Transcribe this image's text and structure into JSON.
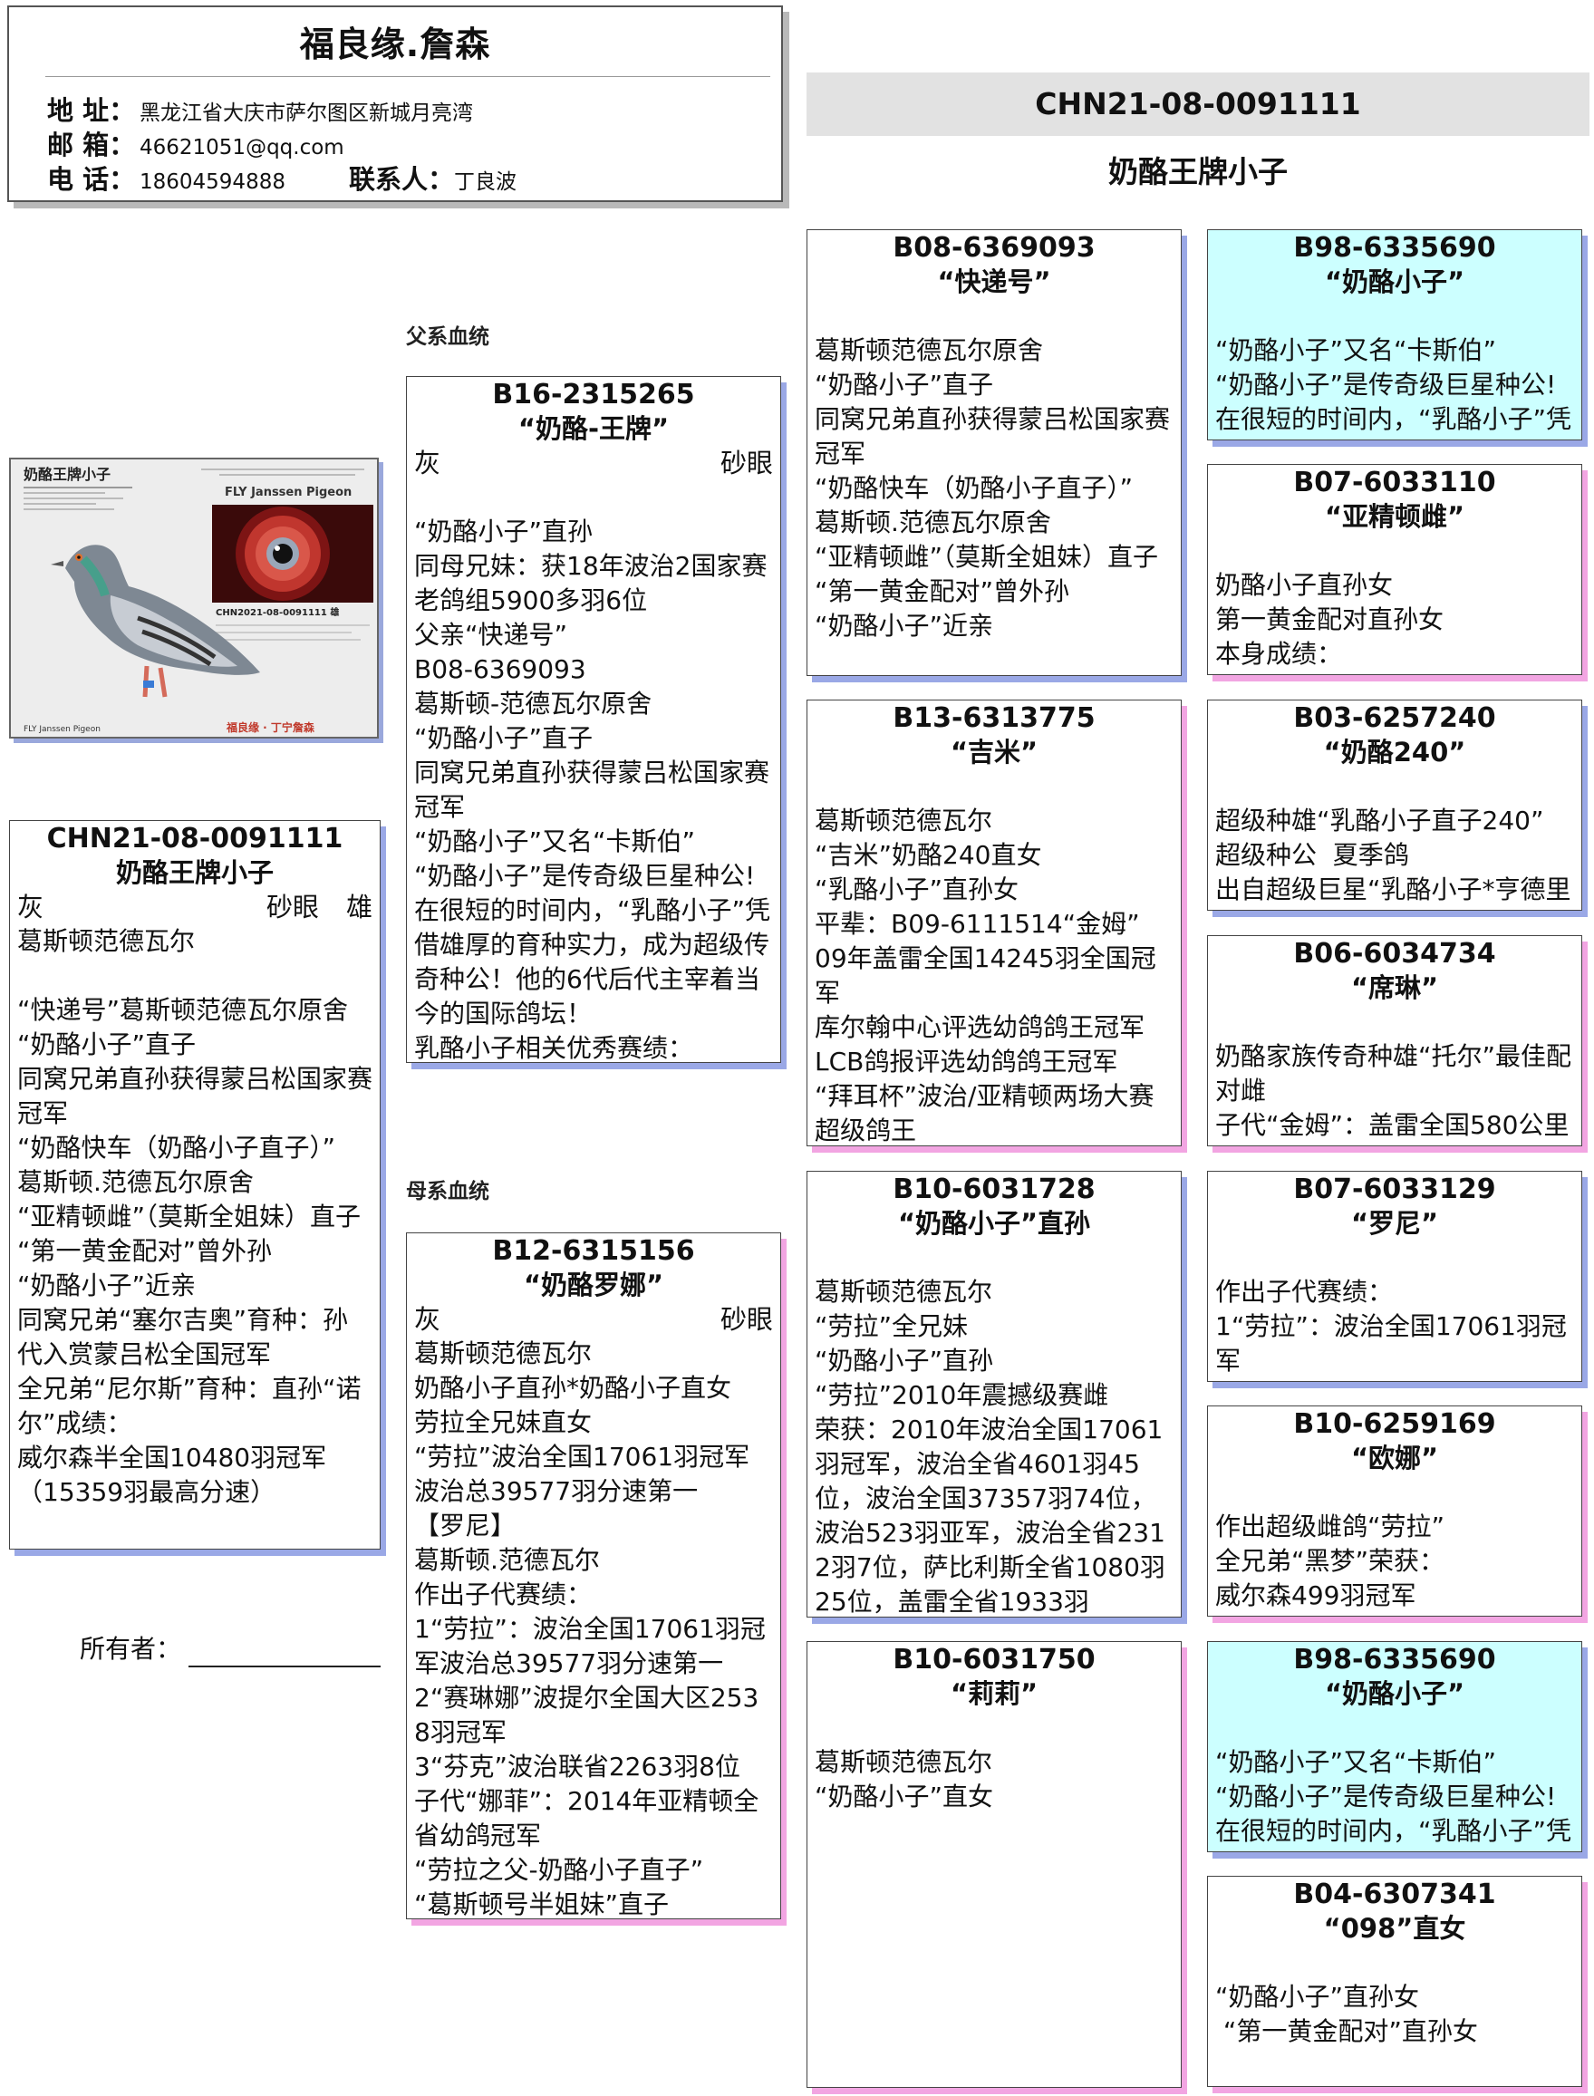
{
  "loft": {
    "name": "福良缘.詹森",
    "address_label": "地  址：",
    "address": "黑龙江省大庆市萨尔图区新城月亮湾",
    "email_label": "邮  箱：",
    "email": "46621051@qq.com",
    "phone_label": "电  话：",
    "phone": "18604594888",
    "contact_label": "联系人：",
    "contact": "丁良波"
  },
  "subject_header": {
    "ring": "CHN21-08-0091111",
    "name": "奶酪王牌小子"
  },
  "photo": {
    "title": "奶酪王牌小子",
    "brand": "FLY Janssen Pigeon",
    "ring": "CHN2021-08-0091111 雄",
    "footer_left": "FLY Janssen Pigeon",
    "footer_right": "福良缘 · 丁宁詹森"
  },
  "labels": {
    "sire_line": "父系血统",
    "dam_line": "母系血统",
    "owner": "所有者："
  },
  "subject": {
    "ring": "CHN21-08-0091111",
    "name": "奶酪王牌小子",
    "color": "灰",
    "eye": "砂眼",
    "sex": "雄",
    "desc": "葛斯顿范德瓦尔\n\n“快递号”葛斯顿范德瓦尔原舍\n“奶酪小子”直子\n同窝兄弟直孙获得蒙吕松国家赛冠军\n“奶酪快车（奶酪小子直子）”\n葛斯顿.范德瓦尔原舍\n“亚精顿雌”（莫斯全姐妹）直子\n“第一黄金配对”曾外孙\n“奶酪小子”近亲\n同窝兄弟“塞尔吉奥”育种：孙代入赏蒙吕松全国冠军\n全兄弟“尼尔斯”育种：直孙“诺尔”成绩：\n威尔森半全国10480羽冠军\n（15359羽最高分速）"
  },
  "sire": {
    "ring": "B16-2315265",
    "name": "“奶酪-王牌”",
    "color": "灰",
    "eye": "砂眼",
    "desc": "“奶酪小子”直孙\n同母兄妹：获18年波治2国家赛老鸽组5900多羽6位\n父亲“快递号”\nB08-6369093\n葛斯顿-范德瓦尔原舍\n“奶酪小子”直子\n同窝兄弟直孙获得蒙吕松国家赛冠军\n“奶酪小子”又名“卡斯伯”\n“奶酪小子”是传奇级巨星种公!\n在很短的时间内，“乳酪小子”凭借雄厚的育种实力，成为超级传奇种公！他的6代后代主宰着当今的国际鸽坛！\n乳酪小子相关优秀赛绩："
  },
  "dam": {
    "ring": "B12-6315156",
    "name": "“奶酪罗娜”",
    "color": "灰",
    "eye": "砂眼",
    "desc": "葛斯顿范德瓦尔\n奶酪小子直孙*奶酪小子直女\n劳拉全兄妹直女\n“劳拉”波治全国17061羽冠军波治总39577羽分速第一\n【罗尼】\n葛斯顿.范德瓦尔\n作出子代赛绩：\n1“劳拉”：波治全国17061羽冠军波治总39577羽分速第一\n2“赛琳娜”波提尔全国大区2538羽冠军\n3“芬克”波治联省2263羽8位\n子代“娜菲”：2014年亚精顿全省幼鸽冠军\n“劳拉之父-奶酪小子直子”\n“葛斯顿号半姐妹”直子"
  },
  "gen3": [
    {
      "ring": "B08-6369093",
      "name": "“快递号”",
      "desc": "葛斯顿范德瓦尔原舍\n“奶酪小子”直子\n同窝兄弟直孙获得蒙吕松国家赛冠军\n“奶酪快车（奶酪小子直子）”\n葛斯顿.范德瓦尔原舍\n“亚精顿雌”（莫斯全姐妹）直子\n“第一黄金配对”曾外孙\n“奶酪小子”近亲"
    },
    {
      "ring": "B13-6313775",
      "name": "“吉米”",
      "desc": "葛斯顿范德瓦尔\n“吉米”奶酪240直女\n“乳酪小子”直孙女\n平辈：B09-6111514“金姆”\n09年盖雷全国14245羽全国冠军\n库尔翰中心评选幼鸽鸽王冠军\nLCB鸽报评选幼鸽鸽王冠军\n“拜耳杯”波治/亚精顿两场大赛超级鸽王"
    },
    {
      "ring": "B10-6031728",
      "name": "“奶酪小子”直孙",
      "desc": "葛斯顿范德瓦尔\n“劳拉”全兄妹\n“奶酪小子”直孙\n“劳拉”2010年震撼级赛雌\n荣获：2010年波治全国17061羽冠军，波治全省4601羽45位，波治全国37357羽74位，波治523羽亚军，波治全省2312羽7位，萨比利斯全省1080羽25位，盖雷全省1933羽"
    },
    {
      "ring": "B10-6031750",
      "name": "“莉莉”",
      "desc": "葛斯顿范德瓦尔\n“奶酪小子”直女"
    }
  ],
  "gen4": [
    {
      "ring": "B98-6335690",
      "name": "“奶酪小子”",
      "desc": "“奶酪小子”又名“卡斯伯”\n“奶酪小子”是传奇级巨星种公!\n在很短的时间内，“乳酪小子”凭"
    },
    {
      "ring": "B07-6033110",
      "name": "“亚精顿雌”",
      "desc": "奶酪小子直孙女\n第一黄金配对直孙女\n本身成绩："
    },
    {
      "ring": "B03-6257240",
      "name": "“奶酪240”",
      "desc": "超级种雄“乳酪小子直子240”\n超级种公  夏季鸽\n出自超级巨星“乳酪小子*亨德里"
    },
    {
      "ring": "B06-6034734",
      "name": "“席琳”",
      "desc": "奶酪家族传奇种雄“托尔”最佳配对雌\n子代“金姆”：盖雷全国580公里"
    },
    {
      "ring": "B07-6033129",
      "name": "“罗尼”",
      "desc": "作出子代赛绩：\n1“劳拉”：波治全国17061羽冠军"
    },
    {
      "ring": "B10-6259169",
      "name": "“欧娜”",
      "desc": "作出超级雌鸽“劳拉”\n全兄弟“黑梦”荣获：\n威尔森499羽冠军"
    },
    {
      "ring": "B98-6335690",
      "name": "“奶酪小子”",
      "desc": "“奶酪小子”又名“卡斯伯”\n“奶酪小子”是传奇级巨星种公!\n在很短的时间内，“乳酪小子”凭"
    },
    {
      "ring": "B04-6307341",
      "name": "“098”直女",
      "desc": "“奶酪小子”直孙女\n “第一黄金配对”直孙女"
    }
  ],
  "colors": {
    "male_shadow": "#9aa8e6",
    "female_shadow": "#f2a5e2",
    "highlight_bg": "#ccffff",
    "header_bg": "#e2e2e2"
  }
}
